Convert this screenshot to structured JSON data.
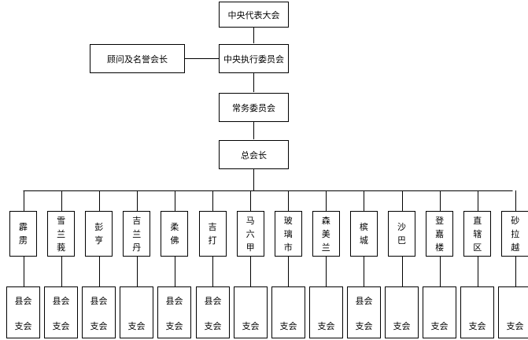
{
  "top": {
    "central_congress": "中央代表大会",
    "advisors": "顾问及名誉会长",
    "central_executive": "中央执行委员会",
    "standing_committee": "常务委员会",
    "president": "总会长"
  },
  "states": [
    {
      "name": [
        "霹",
        "雳"
      ],
      "county": "县会",
      "branch": "支会"
    },
    {
      "name": [
        "雪",
        "兰",
        "莪"
      ],
      "county": "县会",
      "branch": "支会"
    },
    {
      "name": [
        "彭",
        "亨"
      ],
      "county": "县会",
      "branch": "支会"
    },
    {
      "name": [
        "吉",
        "兰",
        "丹"
      ],
      "county": "",
      "branch": "支会"
    },
    {
      "name": [
        "柔",
        "佛"
      ],
      "county": "县会",
      "branch": "支会"
    },
    {
      "name": [
        "吉",
        "打"
      ],
      "county": "县会",
      "branch": "支会"
    },
    {
      "name": [
        "马",
        "六",
        "甲"
      ],
      "county": "",
      "branch": "支会"
    },
    {
      "name": [
        "玻",
        "璃",
        "市"
      ],
      "county": "",
      "branch": "支会"
    },
    {
      "name": [
        "森",
        "美",
        "兰"
      ],
      "county": "",
      "branch": "支会"
    },
    {
      "name": [
        "槟",
        "城"
      ],
      "county": "县会",
      "branch": "支会"
    },
    {
      "name": [
        "沙",
        "巴"
      ],
      "county": "",
      "branch": "支会"
    },
    {
      "name": [
        "登",
        "嘉",
        "楼"
      ],
      "county": "",
      "branch": "支会"
    },
    {
      "name": [
        "直",
        "辖",
        "区"
      ],
      "county": "",
      "branch": "支会"
    },
    {
      "name": [
        "砂",
        "拉",
        "越"
      ],
      "county": "",
      "branch": "支会"
    }
  ]
}
